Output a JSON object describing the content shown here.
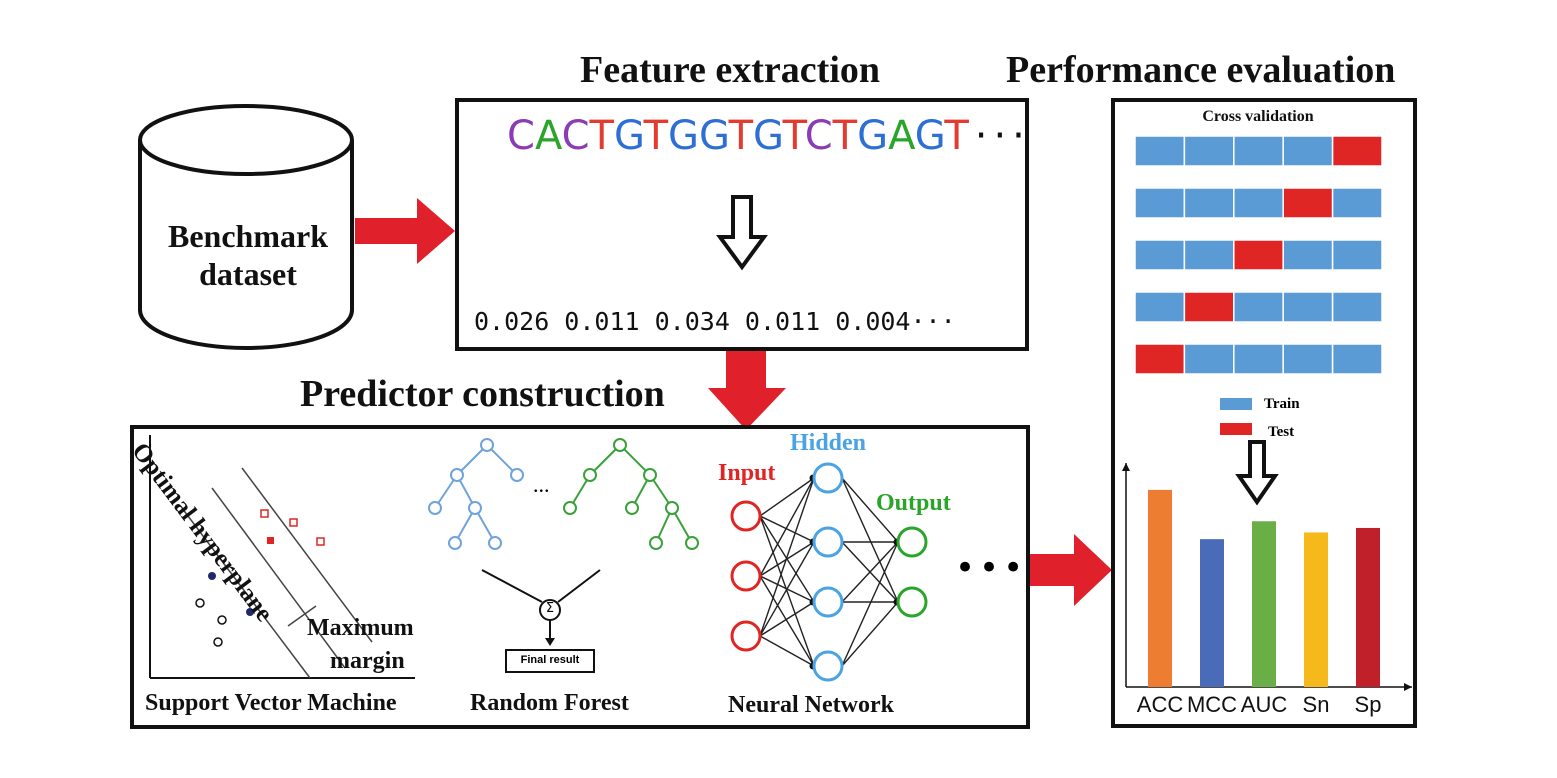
{
  "titles": {
    "feature_extraction": "Feature extraction",
    "performance_evaluation": "Performance evaluation",
    "predictor_construction": "Predictor construction"
  },
  "dataset": {
    "line1": "Benchmark",
    "line2": "dataset"
  },
  "sequence": {
    "letters": [
      "C",
      "A",
      "C",
      "T",
      "G",
      "T",
      "G",
      "G",
      "T",
      "G",
      "T",
      "C",
      "T",
      "G",
      "A",
      "G",
      "T"
    ],
    "ellipsis": "···",
    "colors": {
      "A": "#2aa52a",
      "C": "#8a3cb4",
      "G": "#2e6fd6",
      "T": "#e33b2f"
    }
  },
  "feature_values": {
    "text": "0.026 0.011 0.034 0.011 0.004···"
  },
  "svm": {
    "label_hyperplane": "Optimal hyperplane",
    "label_margin_1": "Maximum",
    "label_margin_2": "margin",
    "caption": "Support Vector Machine"
  },
  "random_forest": {
    "ellipsis": "...",
    "sum_symbol": "Σ",
    "final_result": "Final result",
    "caption": "Random Forest"
  },
  "neural_network": {
    "input": "Input",
    "hidden": "Hidden",
    "output": "Output",
    "caption": "Neural Network",
    "more": "•••",
    "colors": {
      "input": "#e02525",
      "hidden": "#4aa3e6",
      "output": "#2aa52a"
    }
  },
  "cross_validation": {
    "title": "Cross validation",
    "folds": 5,
    "test_positions": [
      4,
      3,
      2,
      1,
      0
    ],
    "legend_train": "Train",
    "legend_test": "Test",
    "colors": {
      "train": "#5b9bd5",
      "test": "#e02525"
    }
  },
  "chart_data": {
    "type": "bar",
    "categories": [
      "ACC",
      "MCC",
      "AUC",
      "Sn",
      "Sp"
    ],
    "values": [
      0.88,
      0.66,
      0.74,
      0.69,
      0.71
    ],
    "colors": [
      "#ed7d31",
      "#4a6cb8",
      "#6aaf45",
      "#f5b91c",
      "#c0202a"
    ],
    "ylim": [
      0,
      1
    ],
    "title": "",
    "xlabel": "",
    "ylabel": ""
  }
}
